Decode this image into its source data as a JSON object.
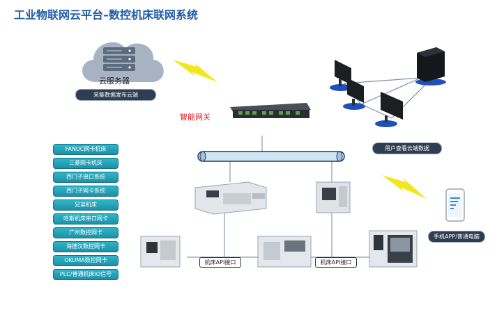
{
  "title": "工业物联网云平台–数控机床联网系统",
  "cloud": {
    "label": "云服务器",
    "caption": "采集数据发布云端"
  },
  "gateway": {
    "label": "智能网关"
  },
  "users": {
    "caption": "用户查看云端数据"
  },
  "mobile": {
    "caption": "手机APP/普通电脑"
  },
  "protocols": [
    "FANUC网卡机床",
    "三菱网卡机床",
    "西门子串口系统",
    "西门子网卡系统",
    "兄弟机床",
    "哈斯机床串口网卡",
    "广州数控网卡",
    "海德汉数控网卡",
    "OKUMA数控网卡",
    "PLC/普通机床IO信号"
  ],
  "api_labels": [
    "机床API接口",
    "机床API接口"
  ],
  "colors": {
    "title": "#1e5aa8",
    "teal": "#2eb6c8",
    "bus": "#cfe6f5",
    "gateway_label": "#e02020",
    "lightning": "#f2e61c"
  }
}
